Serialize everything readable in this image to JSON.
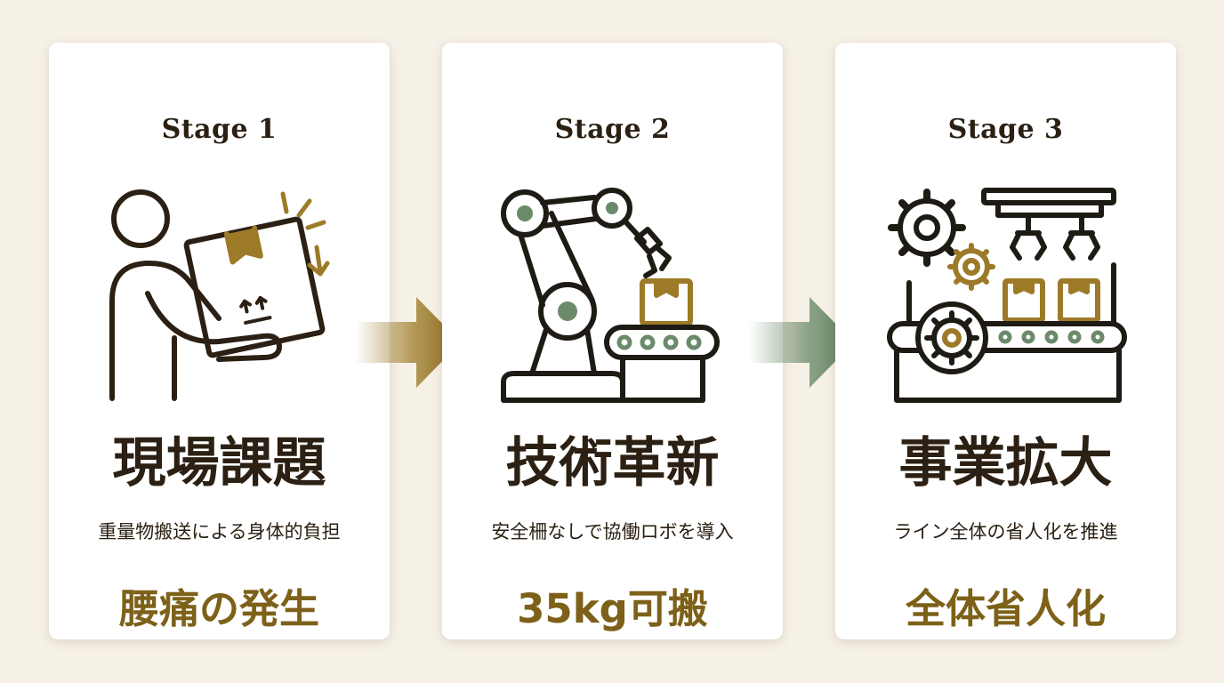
{
  "stages": [
    {
      "label": "Stage 1",
      "heading": "現場課題",
      "description": "重量物搬送による身体的負担",
      "outcome": "腰痛の発生",
      "icon": "worker-lifting-box-icon"
    },
    {
      "label": "Stage 2",
      "heading": "技術革新",
      "description": "安全柵なしで協働ロボを導入",
      "outcome": "35kg可搬",
      "icon": "robot-arm-conveyor-icon"
    },
    {
      "label": "Stage 3",
      "heading": "事業拡大",
      "description": "ライン全体の省人化を推進",
      "outcome": "全体省人化",
      "icon": "automated-line-icon"
    }
  ],
  "colors": {
    "background": "#f6f1e7",
    "card": "#ffffff",
    "ink": "#2b2013",
    "gold": "#9c7a28",
    "sage": "#6b8a6a",
    "outcome": "#7d6119"
  },
  "arrows": [
    "gold-arrow-icon",
    "green-arrow-icon"
  ]
}
